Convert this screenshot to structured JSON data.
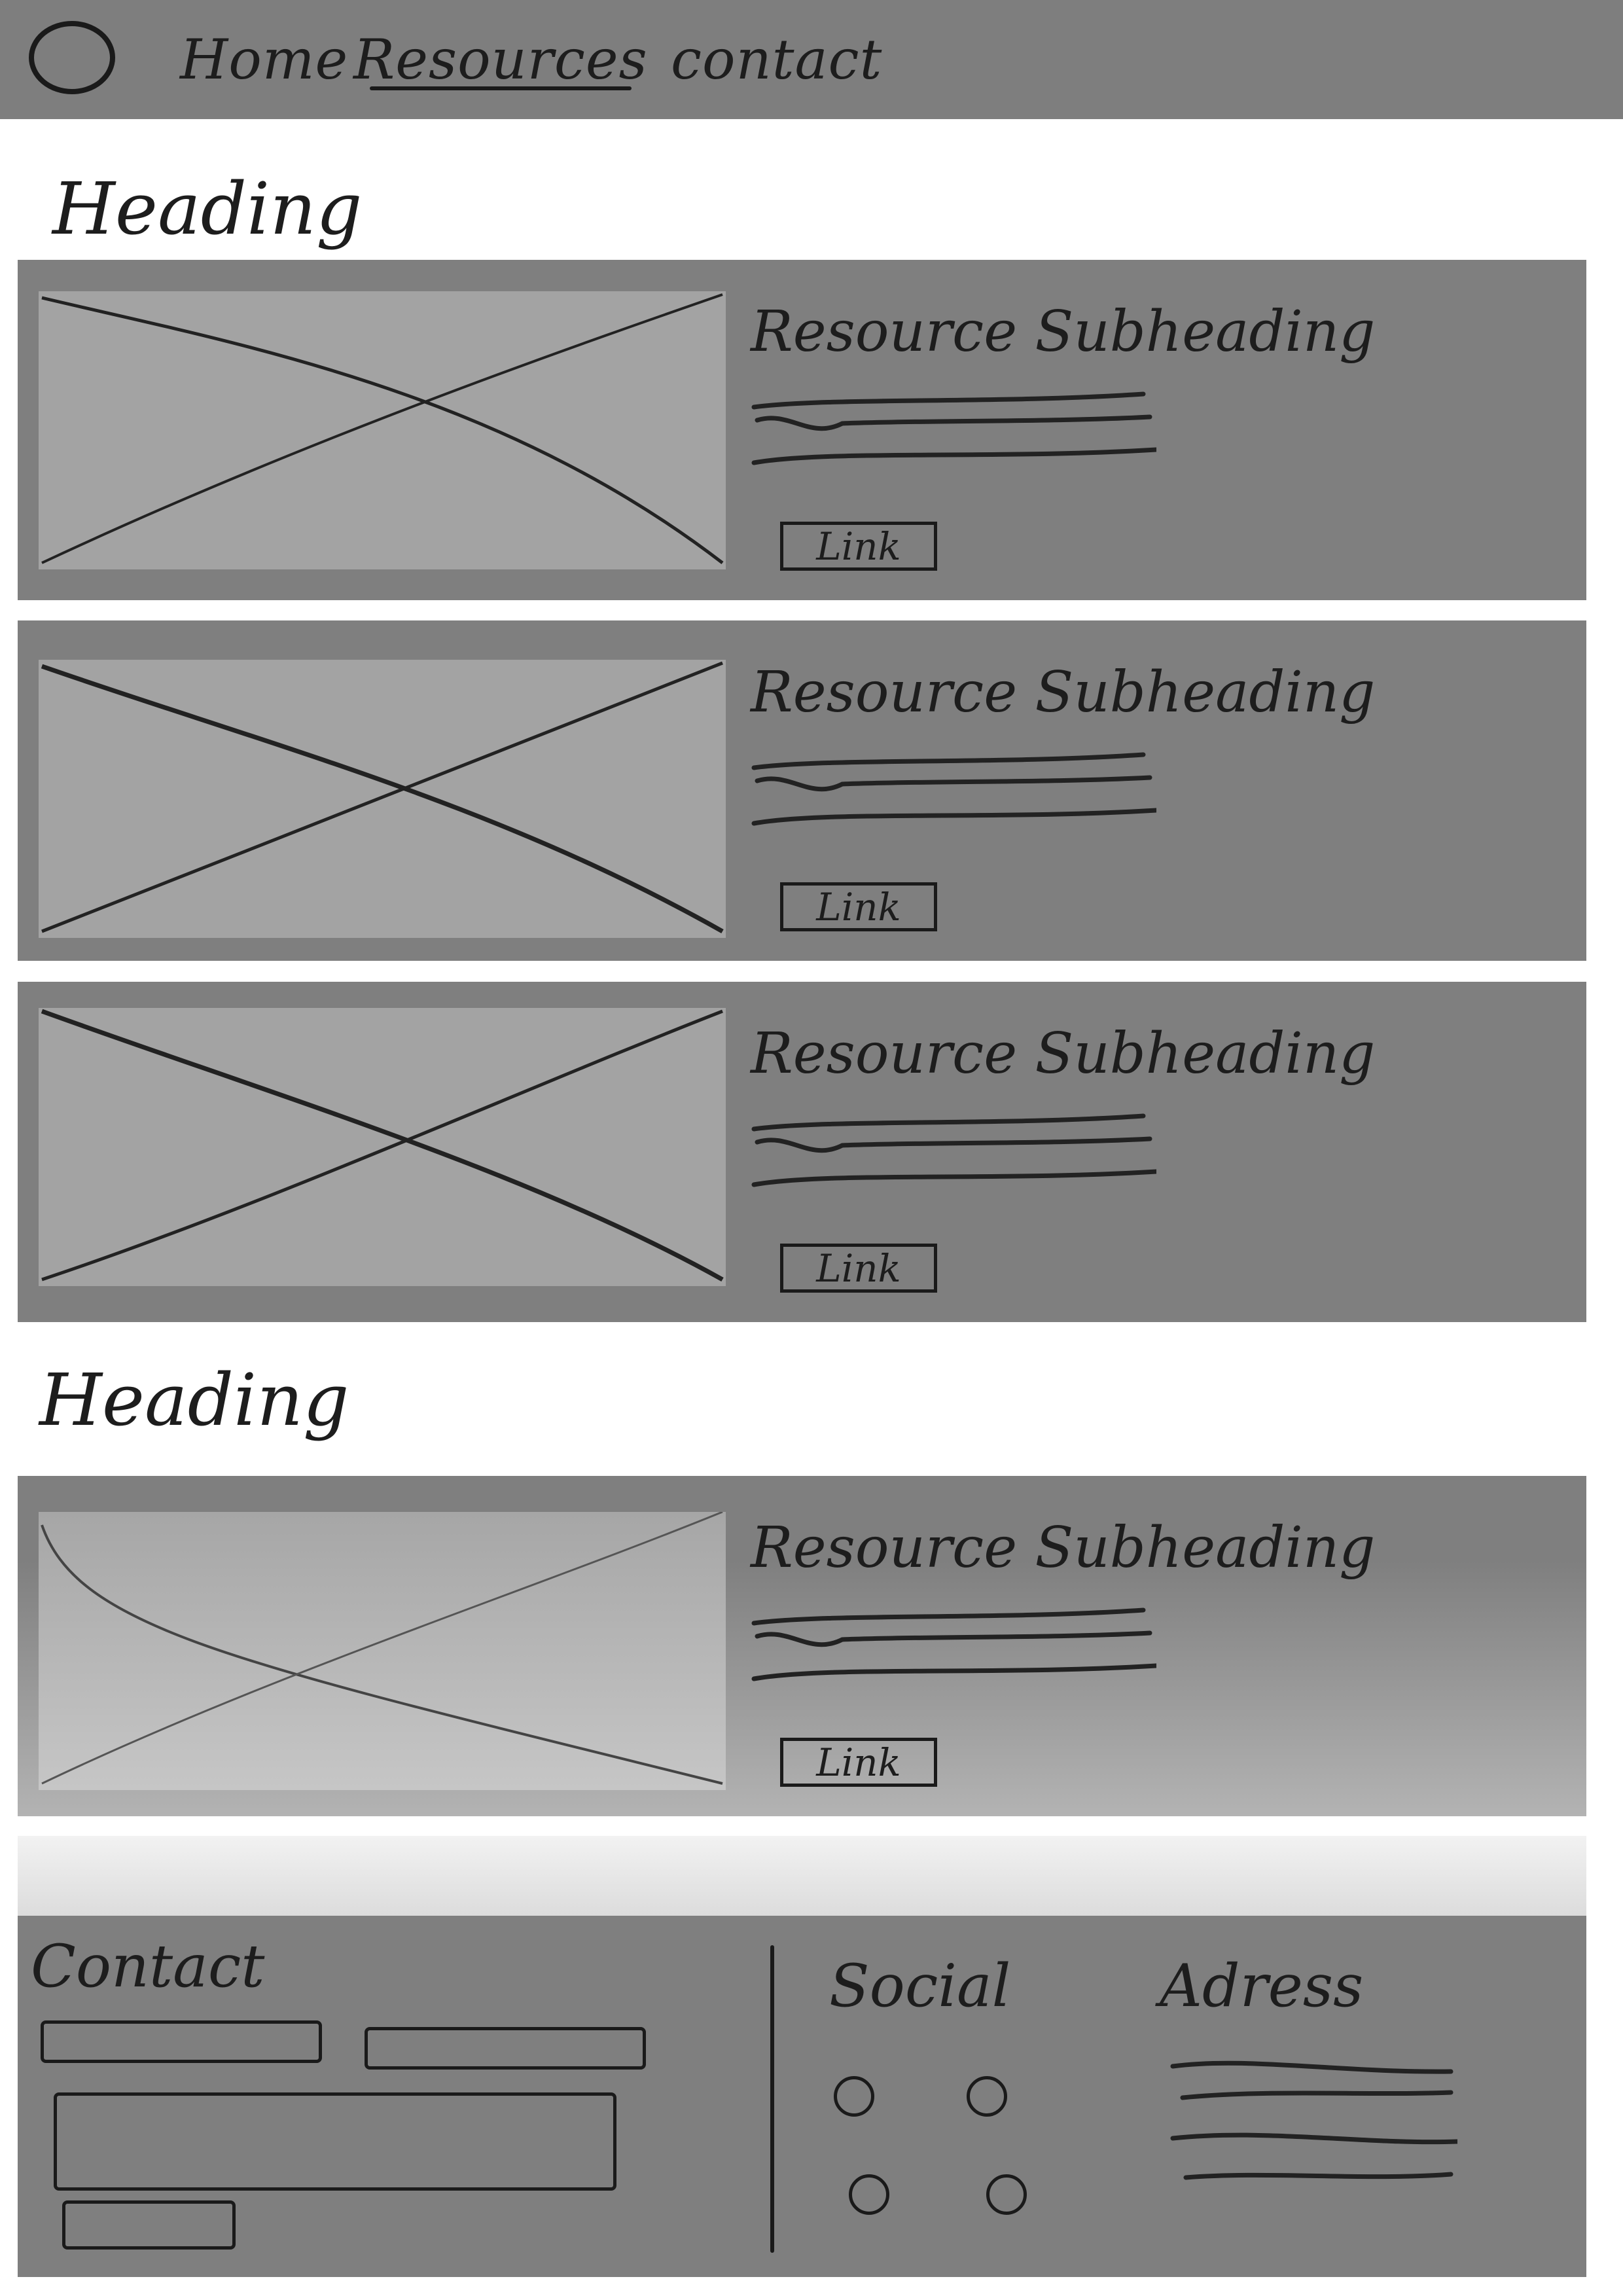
{
  "nav": {
    "items": [
      {
        "label": "Home",
        "active": false
      },
      {
        "label": "Resources",
        "active": true
      },
      {
        "label": "contact",
        "active": false
      }
    ]
  },
  "sections": [
    {
      "heading": "Heading",
      "cards": [
        {
          "subheading": "Resource Subheading",
          "link": "Link"
        },
        {
          "subheading": "Resource Subheading",
          "link": "Link"
        },
        {
          "subheading": "Resource Subheading",
          "link": "Link"
        }
      ]
    },
    {
      "heading": "Heading",
      "cards": [
        {
          "subheading": "Resource Subheading",
          "link": "Link"
        }
      ]
    }
  ],
  "footer": {
    "contact_label": "Contact",
    "social_label": "Social",
    "address_label": "Adress"
  },
  "colors": {
    "panel": "#7f7f7f",
    "placeholder": "#a3a3a3",
    "ink": "#1a1a1a"
  }
}
